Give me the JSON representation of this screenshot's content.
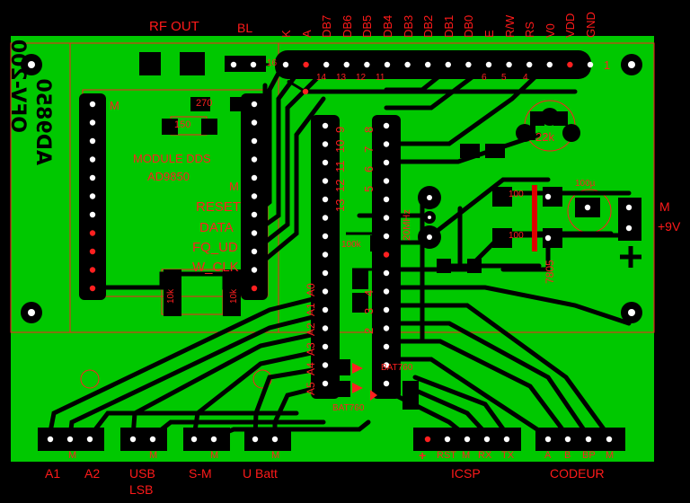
{
  "top_labels": {
    "rf_out": "RF OUT",
    "bl": "BL",
    "lcd_pins": [
      "K",
      "A",
      "DB7",
      "DB6",
      "DB5",
      "DB4",
      "DB3",
      "DB2",
      "DB1",
      "DB0",
      "E",
      "R/W",
      "RS",
      "V0",
      "VDD",
      "GND"
    ]
  },
  "board_text": {
    "title_1": "AD9850",
    "title_2": "OFV-200",
    "module_1": "MODULE DDS",
    "module_2": "AD9850",
    "pin_m_module": "M",
    "reset": "RESET",
    "data": "DATA",
    "fq_ud": "FQ_UD",
    "w_clk": "W_CLK",
    "m_left": "M",
    "r_270": "270",
    "r_150": "150",
    "r_10k_a": "10k",
    "r_10k_b": "10k",
    "r_22k": "22k",
    "r_100k": "100k",
    "r_100_a": "100",
    "r_100_b": "100",
    "c_100u": "100µ",
    "reg_7805": "7805",
    "crystal": "20MHz",
    "bat_1": "BAT760",
    "bat_2": "BAT760",
    "pin16": "16",
    "lcd_nums": [
      "14",
      "13",
      "12",
      "11",
      "6",
      "5",
      "4"
    ],
    "lcd_one": "1",
    "mcu_left": [
      "A0",
      "A1",
      "A2",
      "A3",
      "A4",
      "A5"
    ],
    "mcu_right": [
      "13",
      "12",
      "11",
      "10",
      "9",
      "8",
      "7",
      "6",
      "5",
      "4",
      "3",
      "2"
    ],
    "m_power": "M",
    "plus_power": "+",
    "plus_icsp": "+",
    "icsp_pins": [
      "RST",
      "M",
      "RX",
      "TX"
    ],
    "codeur_pins": [
      "A",
      "B",
      "BP",
      "M"
    ],
    "m_a": "M",
    "m_usb": "M",
    "m_sm": "M",
    "m_ubatt": "M"
  },
  "right_labels": {
    "m": "M",
    "v9": "+9V"
  },
  "bottom_labels": {
    "a1": "A1",
    "a2": "A2",
    "usb": "USB",
    "lsb": "LSB",
    "sm": "S-M",
    "ubatt": "U Batt",
    "icsp": "ICSP",
    "codeur": "CODEUR"
  },
  "colors": {
    "board": "#00c800",
    "copper": "#000000",
    "silk": "#ff2020",
    "pad": "#ffffff"
  }
}
